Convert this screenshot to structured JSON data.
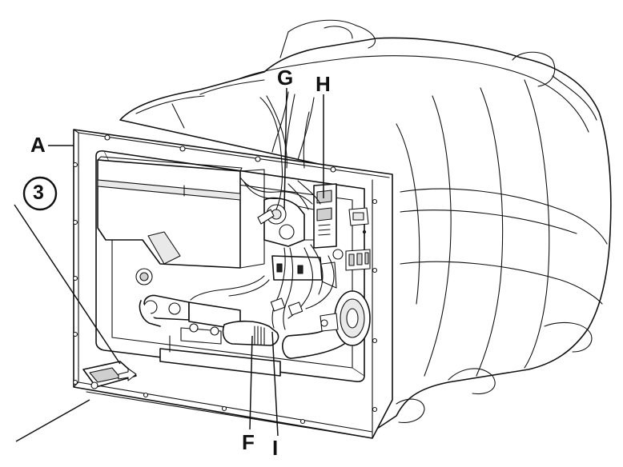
{
  "callouts": {
    "a": "A",
    "step": "3",
    "f": "F",
    "g": "G",
    "h": "H",
    "i": "I"
  }
}
